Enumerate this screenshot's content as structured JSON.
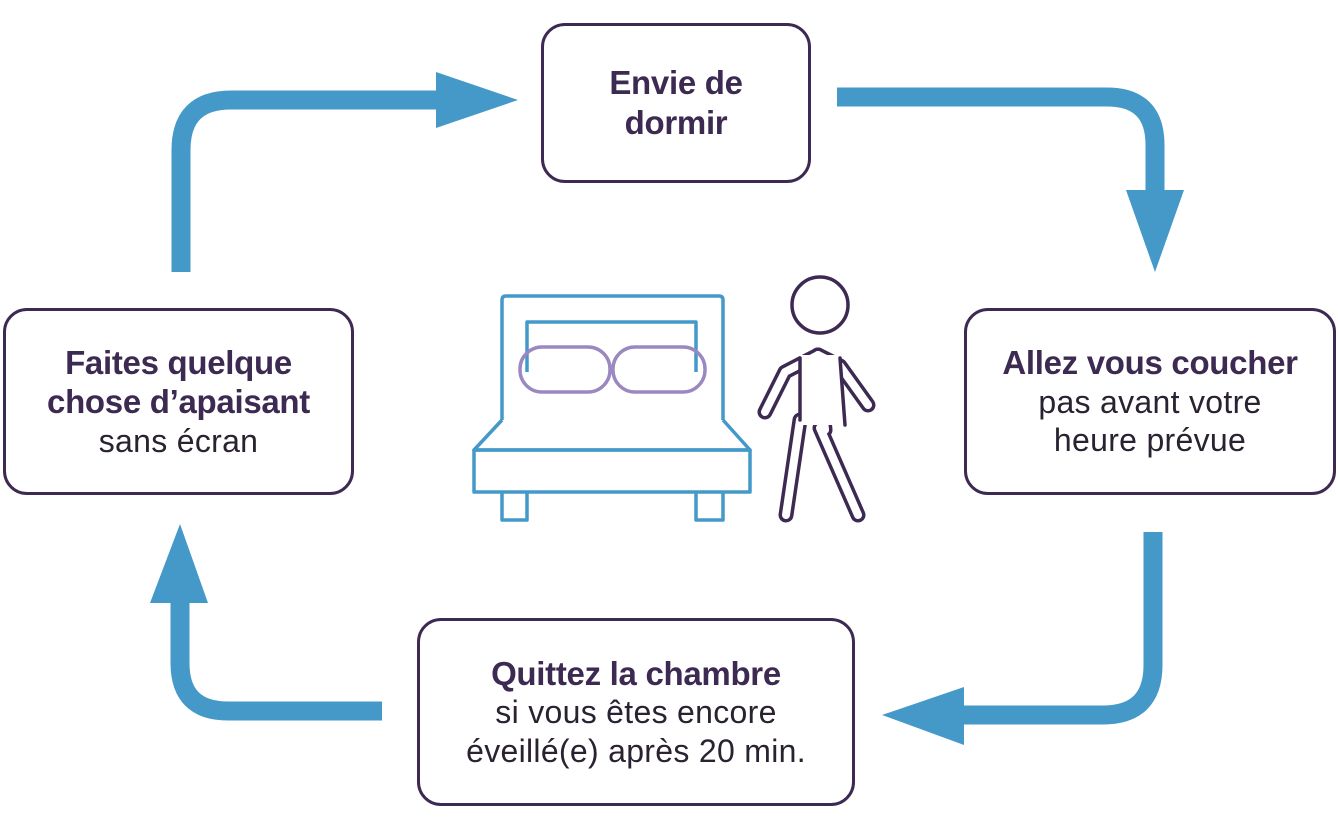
{
  "steps": {
    "top": {
      "title_line1": "Envie de",
      "title_line2": "dormir"
    },
    "right": {
      "title": "Allez vous coucher",
      "desc_line1": "pas avant votre",
      "desc_line2": "heure prévue"
    },
    "bottom": {
      "title": "Quittez la chambre",
      "desc_line1": "si vous êtes encore",
      "desc_line2": "éveillé(e) après 20 min."
    },
    "left": {
      "title_line1": "Faites quelque",
      "title_line2": "chose d’apaisant",
      "desc": "sans écran"
    }
  },
  "colors": {
    "arrow": "#4499c8",
    "box_border": "#3d2a52",
    "bed": "#4499c8",
    "pillow": "#9b88c0",
    "person": "#3d2a52"
  },
  "icons": [
    "bed-icon",
    "person-icon",
    "cycle-arrow"
  ]
}
